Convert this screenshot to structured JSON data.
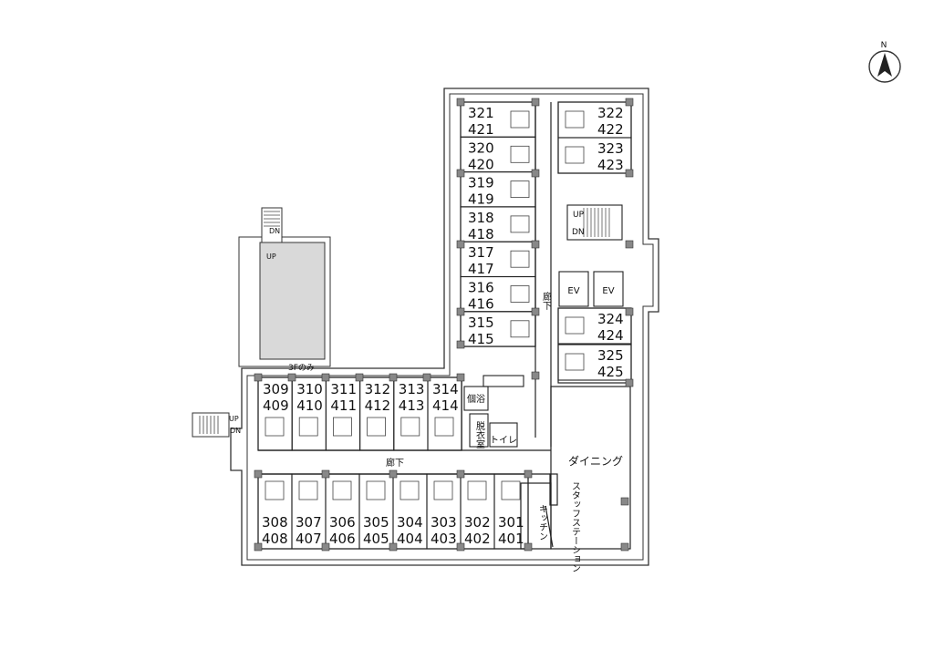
{
  "compass": {
    "label": "N",
    "icon": "north-arrow-icon"
  },
  "rooms_north_left": [
    [
      "321",
      "421"
    ],
    [
      "320",
      "420"
    ],
    [
      "319",
      "419"
    ],
    [
      "318",
      "418"
    ],
    [
      "317",
      "417"
    ],
    [
      "316",
      "416"
    ],
    [
      "315",
      "415"
    ]
  ],
  "rooms_north_right": [
    [
      "322",
      "422"
    ],
    [
      "323",
      "423"
    ],
    [
      "324",
      "424"
    ],
    [
      "325",
      "425"
    ]
  ],
  "rooms_south_top": [
    [
      "309",
      "409"
    ],
    [
      "310",
      "410"
    ],
    [
      "311",
      "411"
    ],
    [
      "312",
      "412"
    ],
    [
      "313",
      "413"
    ],
    [
      "314",
      "414"
    ]
  ],
  "rooms_south_bottom": [
    [
      "308",
      "408"
    ],
    [
      "307",
      "407"
    ],
    [
      "306",
      "406"
    ],
    [
      "305",
      "405"
    ],
    [
      "304",
      "404"
    ],
    [
      "303",
      "403"
    ],
    [
      "302",
      "402"
    ],
    [
      "301",
      "401"
    ]
  ],
  "labels": {
    "corridor_vertical": "廊下",
    "corridor_horizontal": "廊下",
    "private_bath": "個浴",
    "dressing_room": "脱衣室",
    "toilet": "トイレ",
    "dining": "ダイニング",
    "staff_station": "スタッフステーション",
    "kitchen": "キッチン",
    "ev": "EV",
    "up": "UP",
    "dn": "DN",
    "only_3f": "3Fのみ"
  }
}
